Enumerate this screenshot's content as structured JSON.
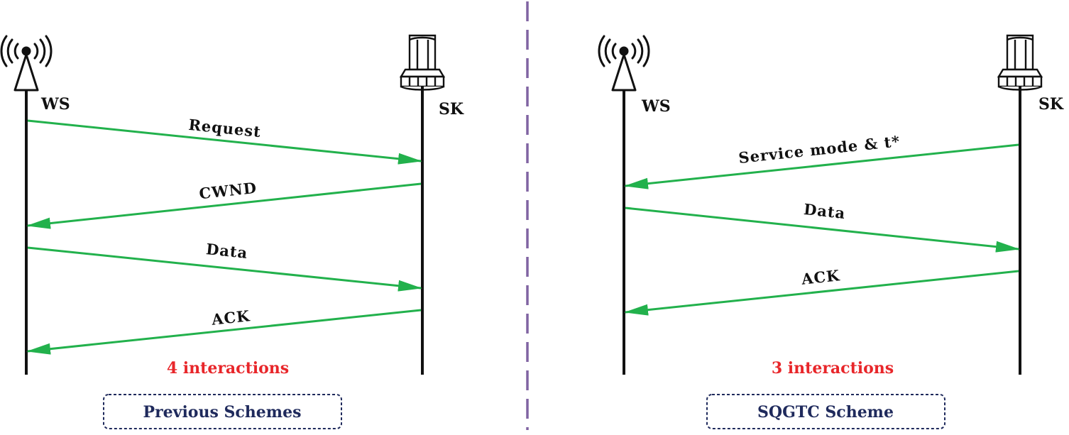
{
  "colors": {
    "arrow": "#22b14c",
    "lifeline": "#111111",
    "divider": "#8064a2",
    "count_text": "#e8262a",
    "scheme_text": "#1f2a5c",
    "scheme_border": "#1f2a5c"
  },
  "icons": {
    "ws": "wireless-station-antenna-icon",
    "sk": "sink-node-icon"
  },
  "panels": [
    {
      "ws_label": "WS",
      "sk_label": "SK",
      "messages": [
        {
          "label": "Request",
          "direction": "ws-to-sk"
        },
        {
          "label": "CWND",
          "direction": "sk-to-ws"
        },
        {
          "label": "Data",
          "direction": "ws-to-sk"
        },
        {
          "label": "ACK",
          "direction": "sk-to-ws"
        }
      ],
      "interactions": "4 interactions",
      "scheme": "Previous Schemes"
    },
    {
      "ws_label": "WS",
      "sk_label": "SK",
      "messages": [
        {
          "label": "Service mode & t*",
          "direction": "sk-to-ws"
        },
        {
          "label": "Data",
          "direction": "ws-to-sk"
        },
        {
          "label": "ACK",
          "direction": "sk-to-ws"
        }
      ],
      "interactions": "3 interactions",
      "scheme": "SQGTC Scheme"
    }
  ]
}
